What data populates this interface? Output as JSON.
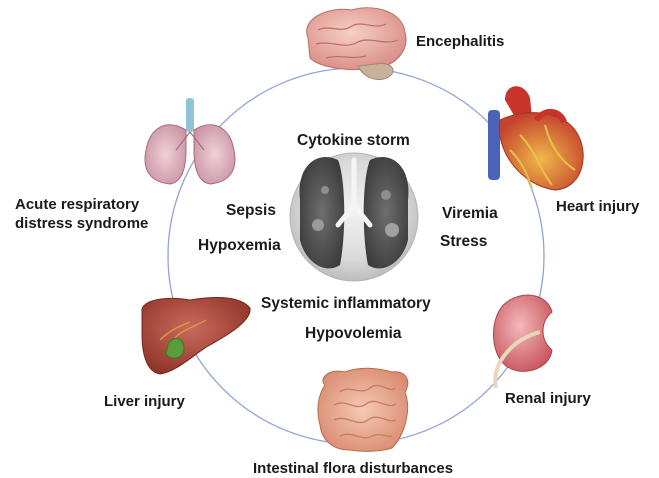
{
  "center": {
    "title": "Cytokine storm",
    "left_terms": [
      "Sepsis",
      "Hypoxemia"
    ],
    "right_terms": [
      "Viremia",
      "Stress"
    ],
    "bottom_terms": [
      "Systemic inflammatory",
      "Hypovolemia"
    ]
  },
  "organs": {
    "brain": {
      "label": "Encephalitis",
      "icon": "brain-icon"
    },
    "heart": {
      "label": "Heart injury",
      "icon": "heart-icon"
    },
    "kidney": {
      "label": "Renal injury",
      "icon": "kidney-icon"
    },
    "intestine": {
      "label": "Intestinal flora disturbances",
      "icon": "intestine-icon"
    },
    "liver": {
      "label": "Liver injury",
      "icon": "liver-icon"
    },
    "lungs": {
      "label_line1": "Acute respiratory",
      "label_line2": "distress syndrome",
      "icon": "lungs-icon"
    }
  },
  "colors": {
    "ring": "#8fa3d6",
    "brain": "#e8a7a0",
    "heart": "#c83a2c",
    "kidney": "#d97b80",
    "intestine": "#e5a38a",
    "liver": "#a8463a",
    "lungs": "#d9a7b5"
  }
}
